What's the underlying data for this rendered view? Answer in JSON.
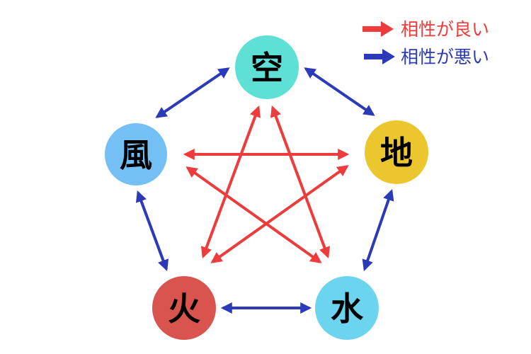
{
  "colors": {
    "good": "#ee3b3b",
    "bad": "#2b3ab8"
  },
  "nodes": [
    {
      "id": "sky",
      "label": "空",
      "color": "#5fe0d5"
    },
    {
      "id": "earth",
      "label": "地",
      "color": "#ecc62e"
    },
    {
      "id": "water",
      "label": "水",
      "color": "#6dd4ef"
    },
    {
      "id": "fire",
      "label": "火",
      "color": "#d9534f"
    },
    {
      "id": "wind",
      "label": "風",
      "color": "#74c0f5"
    }
  ],
  "legend": {
    "good_label": "相性が良い",
    "bad_label": "相性が悪い"
  },
  "relations": {
    "bad": [
      [
        "空",
        "風"
      ],
      [
        "空",
        "地"
      ],
      [
        "地",
        "水"
      ],
      [
        "水",
        "火"
      ],
      [
        "火",
        "風"
      ]
    ],
    "good": [
      [
        "風",
        "地"
      ],
      [
        "風",
        "水"
      ],
      [
        "空",
        "火"
      ],
      [
        "空",
        "水"
      ],
      [
        "地",
        "火"
      ]
    ]
  }
}
